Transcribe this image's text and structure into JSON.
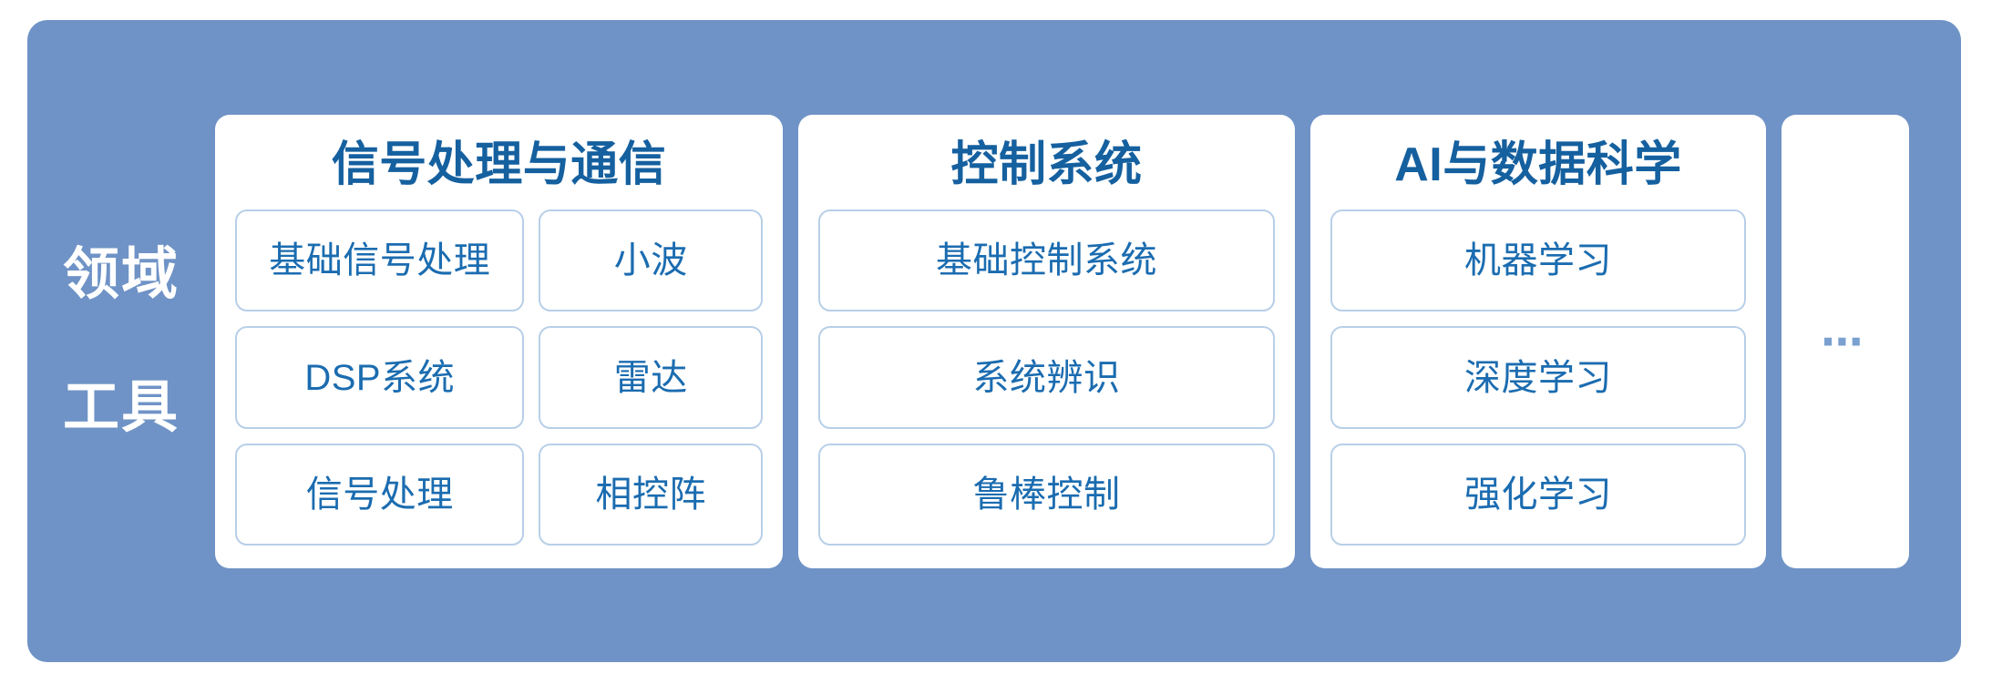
{
  "colors": {
    "panel_bg": "#6f93c6",
    "card_bg": "#ffffff",
    "title_text": "#15609f",
    "chip_text": "#1b6cb0",
    "chip_border": "#b8cfe8",
    "label_text": "#ffffff",
    "ellipsis": "#7aa0cf"
  },
  "panel": {
    "label_line1": "领域",
    "label_line2": "工具"
  },
  "cards": [
    {
      "title": "信号处理与通信",
      "layout": "two-col",
      "chips": [
        "基础信号处理",
        "小波",
        "DSP系统",
        "雷达",
        "信号处理",
        "相控阵"
      ]
    },
    {
      "title": "控制系统",
      "layout": "one-col",
      "chips": [
        "基础控制系统",
        "系统辨识",
        "鲁棒控制"
      ]
    },
    {
      "title": "AI与数据科学",
      "layout": "one-col",
      "chips": [
        "机器学习",
        "深度学习",
        "强化学习"
      ]
    }
  ],
  "more_card": {
    "ellipsis": "⋯"
  }
}
